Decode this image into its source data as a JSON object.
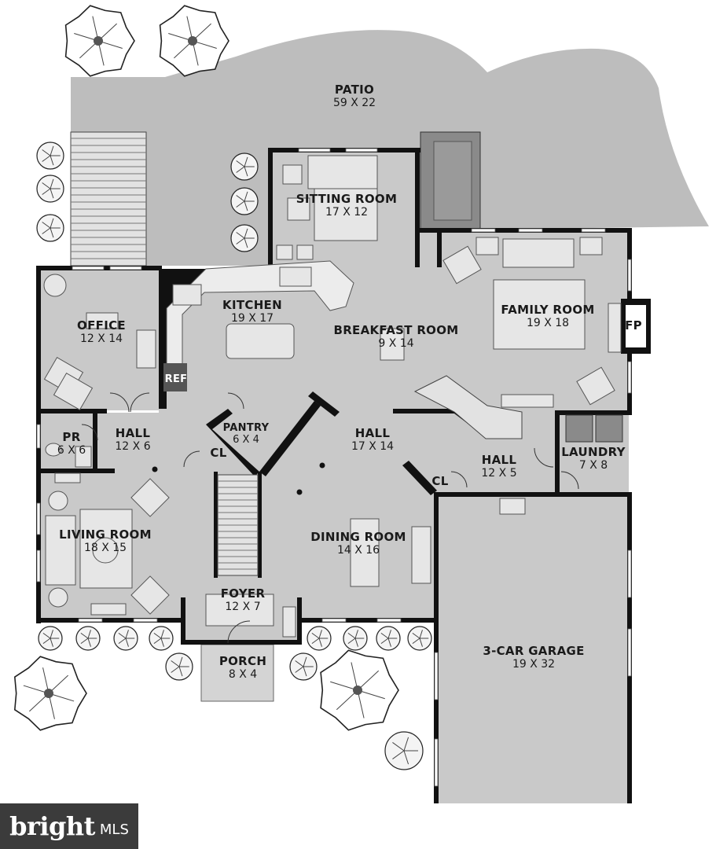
{
  "floorplan": {
    "rooms": [
      {
        "id": "patio",
        "name": "PATIO",
        "dims": "59 X 22"
      },
      {
        "id": "sitting-room",
        "name": "SITTING ROOM",
        "dims": "17 X 12"
      },
      {
        "id": "kitchen",
        "name": "KITCHEN",
        "dims": "19 X 17"
      },
      {
        "id": "breakfast-room",
        "name": "BREAKFAST ROOM",
        "dims": "9 X 14"
      },
      {
        "id": "family-room",
        "name": "FAMILY ROOM",
        "dims": "19 X 18"
      },
      {
        "id": "office",
        "name": "OFFICE",
        "dims": "12 X 14"
      },
      {
        "id": "hall-west",
        "name": "HALL",
        "dims": "12 X 6"
      },
      {
        "id": "powder-room",
        "name": "PR",
        "dims": "6 X 6"
      },
      {
        "id": "pantry",
        "name": "PANTRY",
        "dims": "6 X 4"
      },
      {
        "id": "hall-center",
        "name": "HALL",
        "dims": "17 X 14"
      },
      {
        "id": "hall-east",
        "name": "HALL",
        "dims": "12 X 5"
      },
      {
        "id": "laundry",
        "name": "LAUNDRY",
        "dims": "7 X 8"
      },
      {
        "id": "living-room",
        "name": "LIVING ROOM",
        "dims": "18 X 15"
      },
      {
        "id": "dining-room",
        "name": "DINING ROOM",
        "dims": "14 X 16"
      },
      {
        "id": "foyer",
        "name": "FOYER",
        "dims": "12 X 7"
      },
      {
        "id": "porch",
        "name": "PORCH",
        "dims": "8 X 4"
      },
      {
        "id": "garage",
        "name": "3-CAR GARAGE",
        "dims": "19 X 32"
      }
    ],
    "labels": {
      "fireplace": "FP",
      "refrigerator": "REF",
      "closet_west": "CL",
      "closet_east": "CL"
    }
  },
  "watermark": {
    "brand": "bright",
    "suffix": "MLS"
  }
}
